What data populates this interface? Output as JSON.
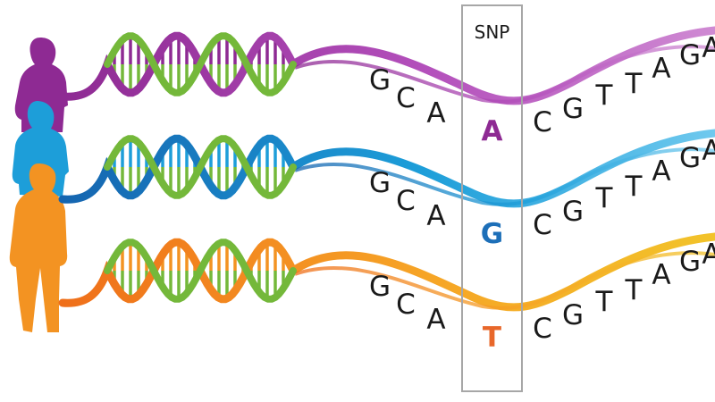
{
  "snp_label": "SNP",
  "strands": [
    {
      "person": "person-purple",
      "color": "#8e2a93",
      "gradient": [
        "#8e2a93",
        "#b34fbb",
        "#cf8ad3"
      ],
      "rung_color": "#74b83a",
      "left_bases": [
        "G",
        "C",
        "A"
      ],
      "snp_base": "A",
      "snp_color": "#8e2a93",
      "right_bases": [
        "C",
        "G",
        "T",
        "T",
        "A",
        "G",
        "A"
      ]
    },
    {
      "person": "person-blue",
      "color": "#1d9ed9",
      "gradient": [
        "#1565b0",
        "#1d9ed9",
        "#6fc9ee"
      ],
      "rung_color": "#74b83a",
      "left_bases": [
        "G",
        "C",
        "A"
      ],
      "snp_base": "G",
      "snp_color": "#1d6fb8",
      "right_bases": [
        "C",
        "G",
        "T",
        "T",
        "A",
        "G",
        "A"
      ]
    },
    {
      "person": "person-orange",
      "color": "#f39322",
      "gradient": [
        "#ef6f1a",
        "#f6a426",
        "#f2c32a"
      ],
      "rung_color": "#74b83a",
      "left_bases": [
        "G",
        "C",
        "A"
      ],
      "snp_base": "T",
      "snp_color": "#e8672a",
      "right_bases": [
        "C",
        "G",
        "T",
        "T",
        "A",
        "G",
        "A"
      ]
    }
  ]
}
